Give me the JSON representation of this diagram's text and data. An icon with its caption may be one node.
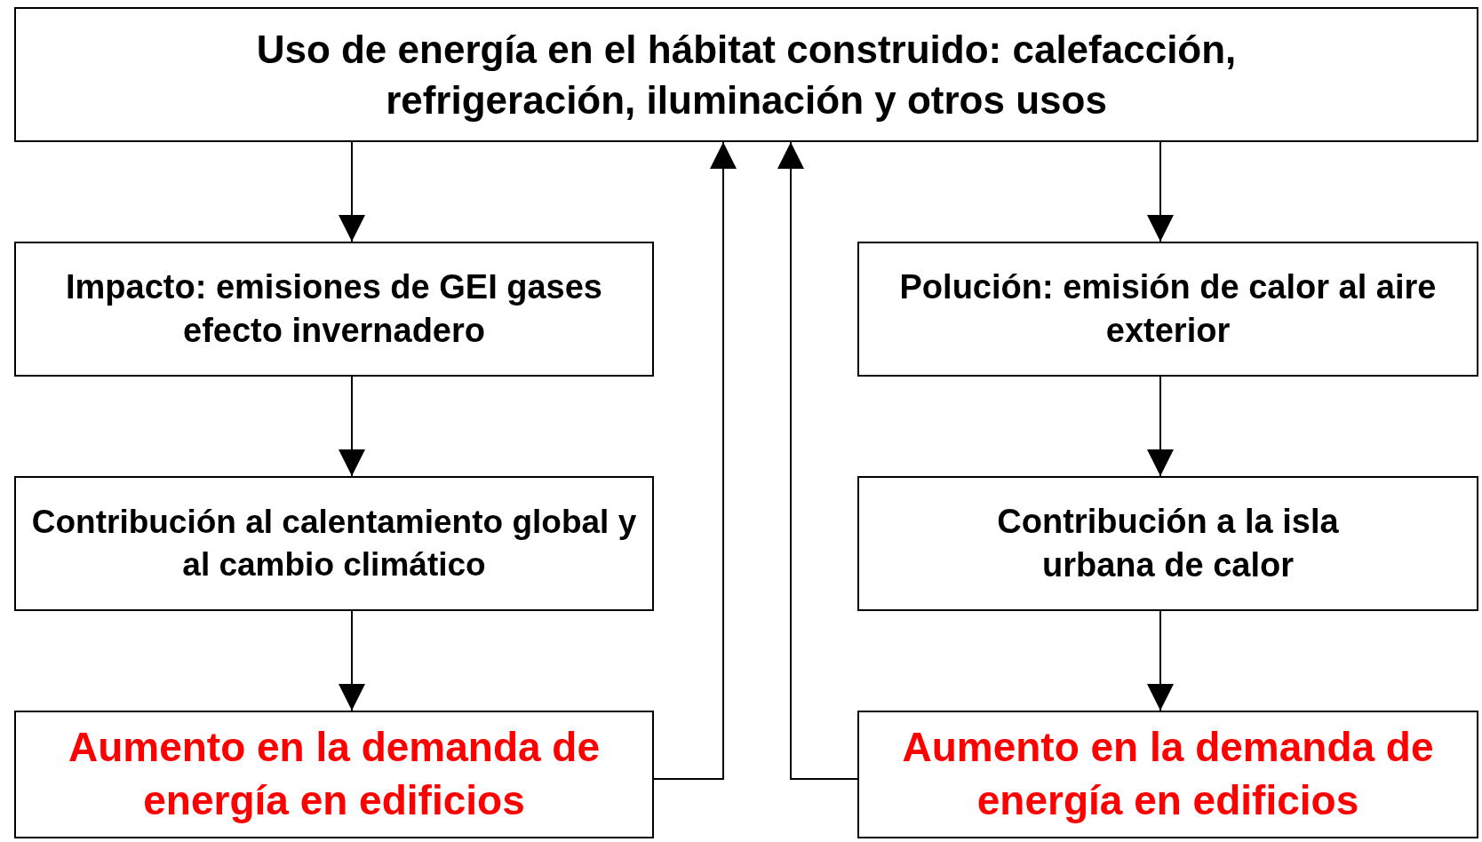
{
  "diagram": {
    "nodes": [
      {
        "text": [
          "Uso de energía en el hábitat construido: calefacción, refrigeración, iluminación y otros usos"
        ]
      },
      {
        "text": [
          "Impacto: emisiones de GEI gases efecto invernadero"
        ]
      },
      {
        "text": [
          "Polución: emisión de calor al aire exterior"
        ]
      },
      {
        "text": [
          "Contribución al calentamiento global y al cambio climático"
        ]
      },
      {
        "text": [
          "Contribución a la isla urbana de calor"
        ]
      },
      {
        "text": [
          "Aumento en la demanda de energía en edificios"
        ]
      },
      {
        "text": [
          "Aumento en la demanda de energía en edificios"
        ]
      }
    ],
    "edges": [
      {
        "from": 0,
        "to": 1,
        "arrow": "to"
      },
      {
        "from": 1,
        "to": 3,
        "arrow": "to"
      },
      {
        "from": 3,
        "to": 5,
        "arrow": "to"
      },
      {
        "from": 0,
        "to": 2,
        "arrow": "to"
      },
      {
        "from": 2,
        "to": 4,
        "arrow": "to"
      },
      {
        "from": 4,
        "to": 6,
        "arrow": "to"
      },
      {
        "from": 5,
        "to": 0,
        "arrow": "to"
      },
      {
        "from": 6,
        "to": 0,
        "arrow": "to"
      }
    ]
  }
}
